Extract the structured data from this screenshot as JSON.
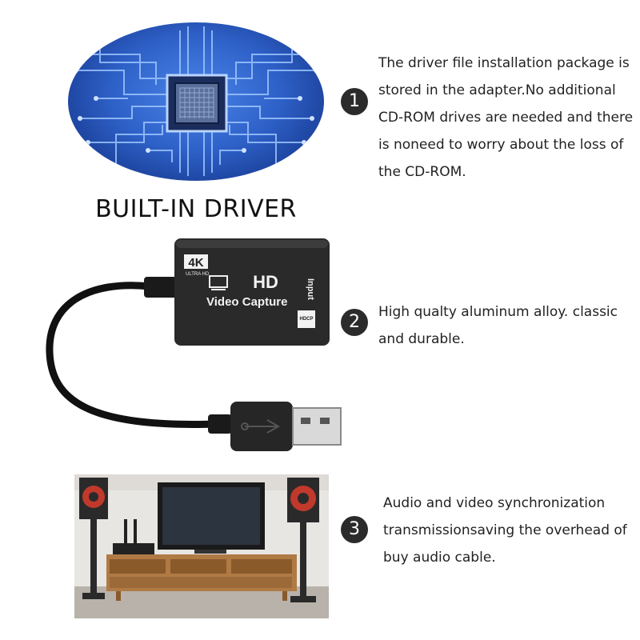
{
  "section1": {
    "title": "BUILT-IN DRIVER",
    "badge": "❶",
    "text_lines": [
      "The driver file installation package is",
      "stored in the adapter.No additional",
      "CD-ROM drives are needed and there",
      "is noneed to worry about the loss of",
      "the CD-ROM."
    ]
  },
  "section2": {
    "badge": "❷",
    "device_labels": {
      "resolution": "4K",
      "resolution_sub": "ULTRA HD",
      "hd": "HD",
      "product": "Video Capture",
      "port": "Input",
      "hdcp": "HDCP"
    },
    "text_lines": [
      "High qualty aluminum alloy. classic",
      "and durable."
    ]
  },
  "section3": {
    "badge": "❸",
    "text_lines": [
      "Audio and video synchronization",
      "transmissionsaving the overhead of",
      "buy audio cable."
    ]
  },
  "colors": {
    "circuit_blue": "#2f62c9",
    "device_body": "#2a2a2a",
    "badge": "#2b2b2b",
    "speaker_red": "#c0392b",
    "wood": "#b07a45"
  }
}
